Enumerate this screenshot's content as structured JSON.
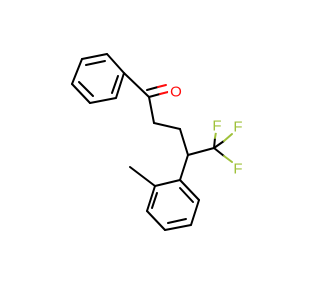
{
  "structure": {
    "atom_labels": {
      "oxygen": "O",
      "fluorine_top_left": "F",
      "fluorine_top_right": "F",
      "fluorine_right": "F"
    },
    "colors": {
      "carbon_bonds": "#000000",
      "oxygen": "#ff0d0d",
      "fluorine": "#9fc13a",
      "background": "#ffffff"
    }
  }
}
